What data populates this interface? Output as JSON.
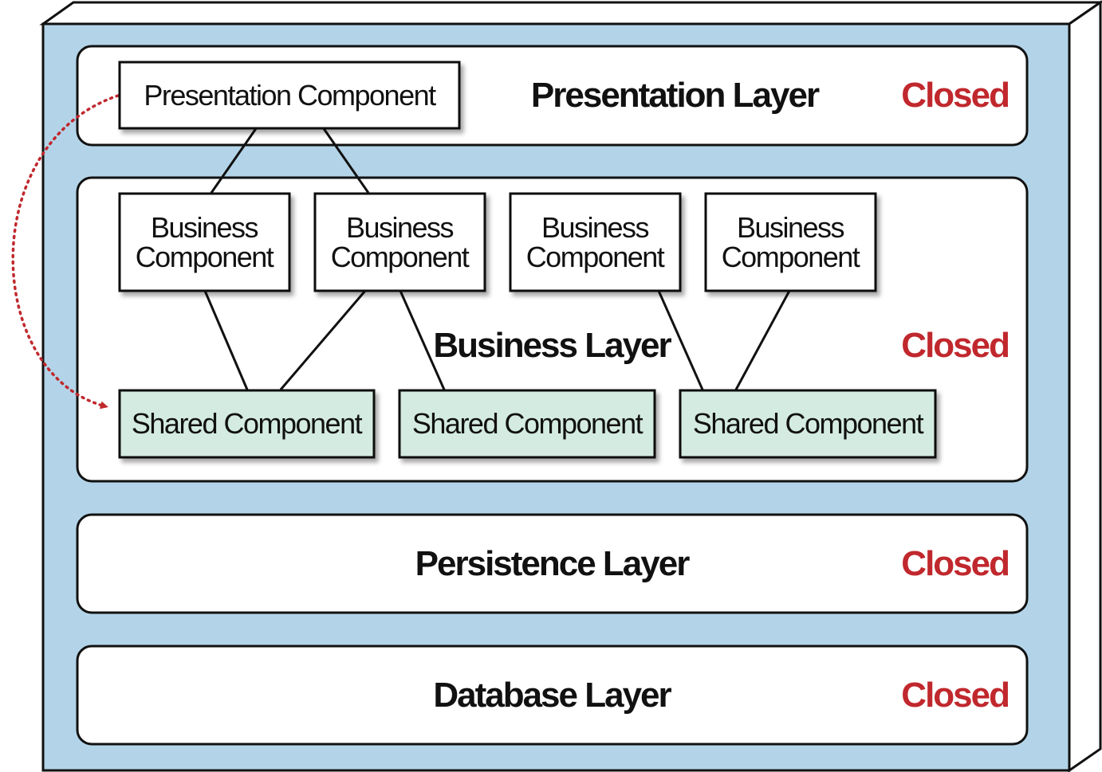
{
  "layers": {
    "presentation": {
      "title": "Presentation Layer",
      "status": "Closed",
      "component": "Presentation Component"
    },
    "business": {
      "title": "Business Layer",
      "status": "Closed",
      "components": [
        {
          "line1": "Business",
          "line2": "Component"
        },
        {
          "line1": "Business",
          "line2": "Component"
        },
        {
          "line1": "Business",
          "line2": "Component"
        },
        {
          "line1": "Business",
          "line2": "Component"
        }
      ],
      "shared_components": [
        "Shared Component",
        "Shared Component",
        "Shared Component"
      ]
    },
    "persistence": {
      "title": "Persistence Layer",
      "status": "Closed"
    },
    "database": {
      "title": "Database Layer",
      "status": "Closed"
    }
  },
  "colors": {
    "container_fill": "#b3d4e8",
    "shared_fill": "#d4ebe1",
    "closed_text": "#c0282d",
    "dotted_arrow": "#c0282d"
  }
}
